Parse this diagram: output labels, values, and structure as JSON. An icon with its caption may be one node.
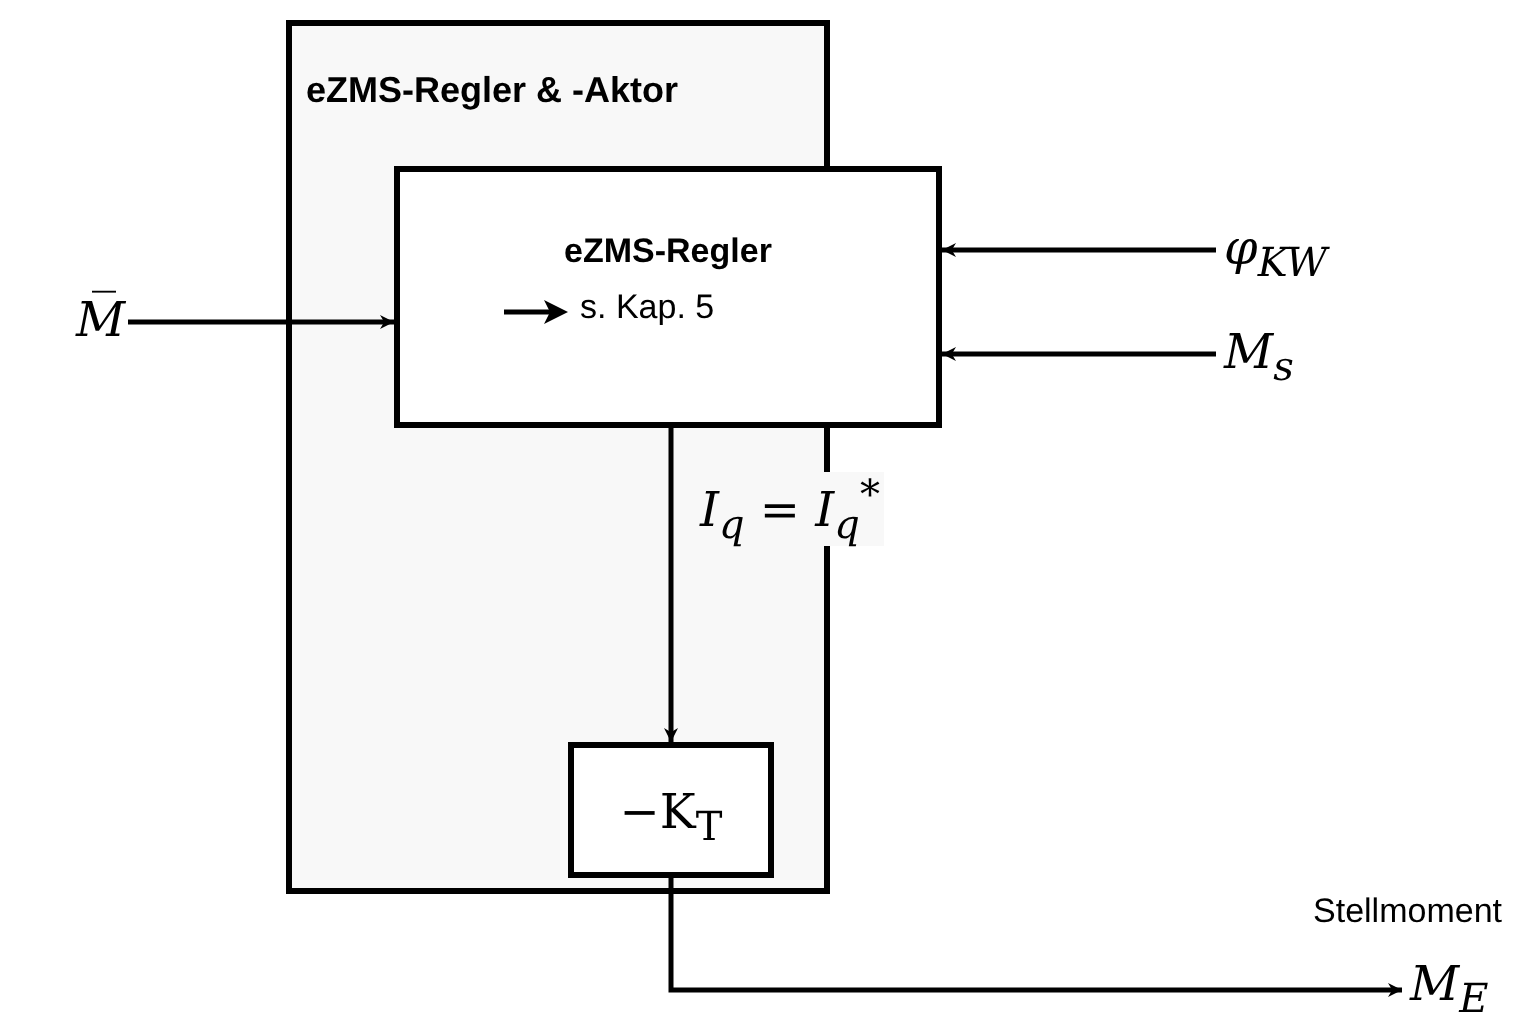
{
  "diagram": {
    "nodes": [
      {
        "text": [
          "eZMS-Regler & -Aktor"
        ]
      },
      {
        "text": [
          "eZMS-Regler",
          "s. Kap. 5"
        ]
      },
      {
        "text": [
          "−K$_{T}$"
        ],
        "in": 0
      },
      {
        "text": [
          "M̅"
        ]
      },
      {
        "text": [
          "φ$_{KW}$"
        ]
      },
      {
        "text": [
          "M$_{s}$"
        ]
      },
      {
        "text": [
          "M$_{E}$"
        ],
        "beside": [
          "Stellmoment"
        ]
      }
    ],
    "edges": [
      {
        "from": 3,
        "to": 1,
        "arrow": "to"
      },
      {
        "from": 4,
        "to": 1,
        "arrow": "to"
      },
      {
        "from": 5,
        "to": 1,
        "arrow": "to"
      },
      {
        "from": 1,
        "to": 2,
        "arrow": "to",
        "label": "I$_{q}$ = I$_{q}$$^{*}$"
      },
      {
        "from": 2,
        "to": 6,
        "arrow": "to"
      }
    ]
  }
}
